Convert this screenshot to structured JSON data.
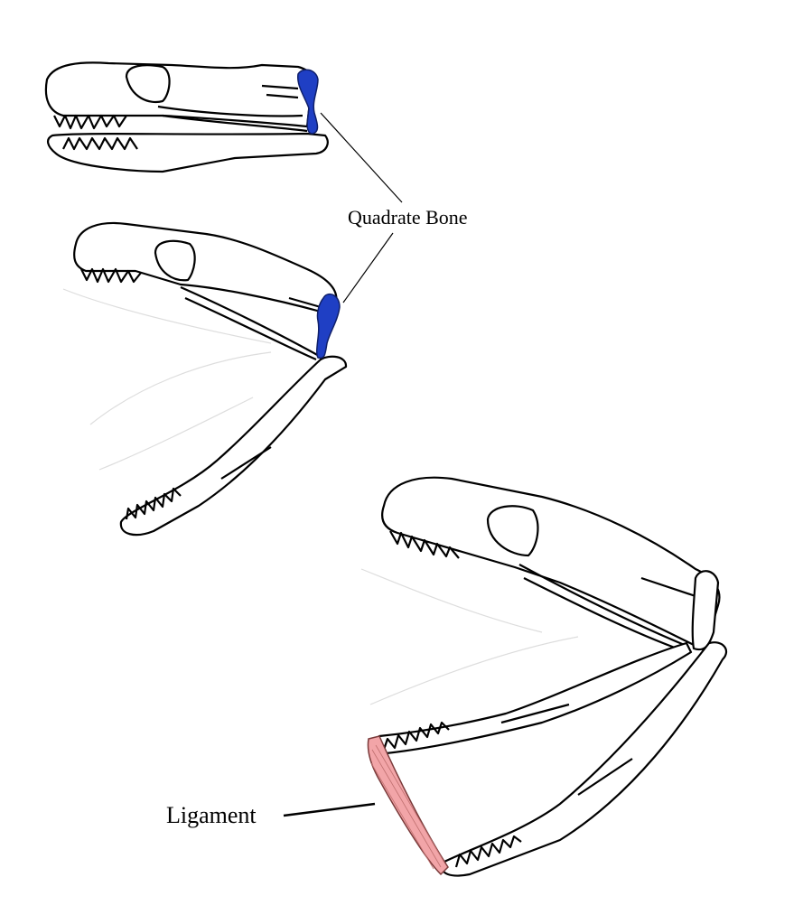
{
  "labels": {
    "quadrate": "Quadrate Bone",
    "ligament": "Ligament"
  },
  "colors": {
    "quadrate_bone": "#1f3fc4",
    "ligament": "#f2a5a8",
    "outline": "#000000",
    "ghost_outline": "#dddddd"
  },
  "panels": [
    "closed-jaw",
    "partially-open-jaw",
    "fully-open-jaw"
  ]
}
